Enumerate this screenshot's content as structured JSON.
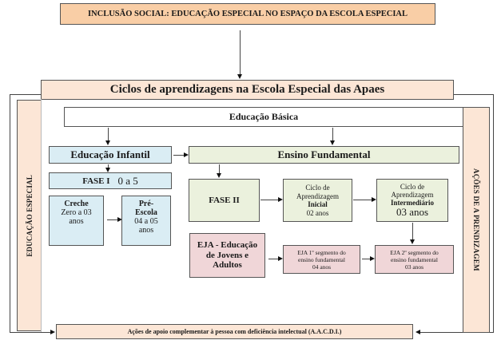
{
  "title": "INCLUSÃO SOCIAL: EDUCAÇÃO ESPECIAL NO ESPAÇO DA ESCOLA ESPECIAL",
  "ciclos": "Ciclos de aprendizagens na Escola Especial das Apaes",
  "educacao_basica": "Educação Básica",
  "side_left": "EDUCAÇÃO ESPECIAL",
  "side_right": "AÇÕES DE A PRENDIZAGEM",
  "infantil": {
    "title": "Educação Infantil",
    "fase": "FASE I",
    "fase_range": "0 a 5",
    "creche": {
      "title": "Creche",
      "line1": "Zero a 03",
      "line2": "anos"
    },
    "pre_escola": {
      "title": "Pré-",
      "title2": "Escola",
      "line1": "04 a 05",
      "line2": "anos"
    }
  },
  "fundamental": {
    "title": "Ensino Fundamental",
    "fase": "FASE II",
    "inicial": {
      "line1": "Ciclo de",
      "line2": "Aprendizagem",
      "name": "Inicial",
      "years": "02 anos"
    },
    "intermediario": {
      "line1": "Ciclo de",
      "line2": "Aprendizagem",
      "name": "Intermediário",
      "years": "03 anos"
    }
  },
  "eja": {
    "title1": "EJA - Educação",
    "title2": "de Jovens e",
    "title3": "Adultos",
    "seg1": {
      "line1": "EJA 1º segmento do",
      "line2": "ensino fundamental",
      "years": "04 anos"
    },
    "seg2": {
      "line1": "EJA 2º segmento do",
      "line2": "ensino fundamental",
      "years": "03 anos"
    }
  },
  "bottom": "Ações de apoio complementar à pessoa com deficiência intelectual (A.A.C.D.I.)"
}
